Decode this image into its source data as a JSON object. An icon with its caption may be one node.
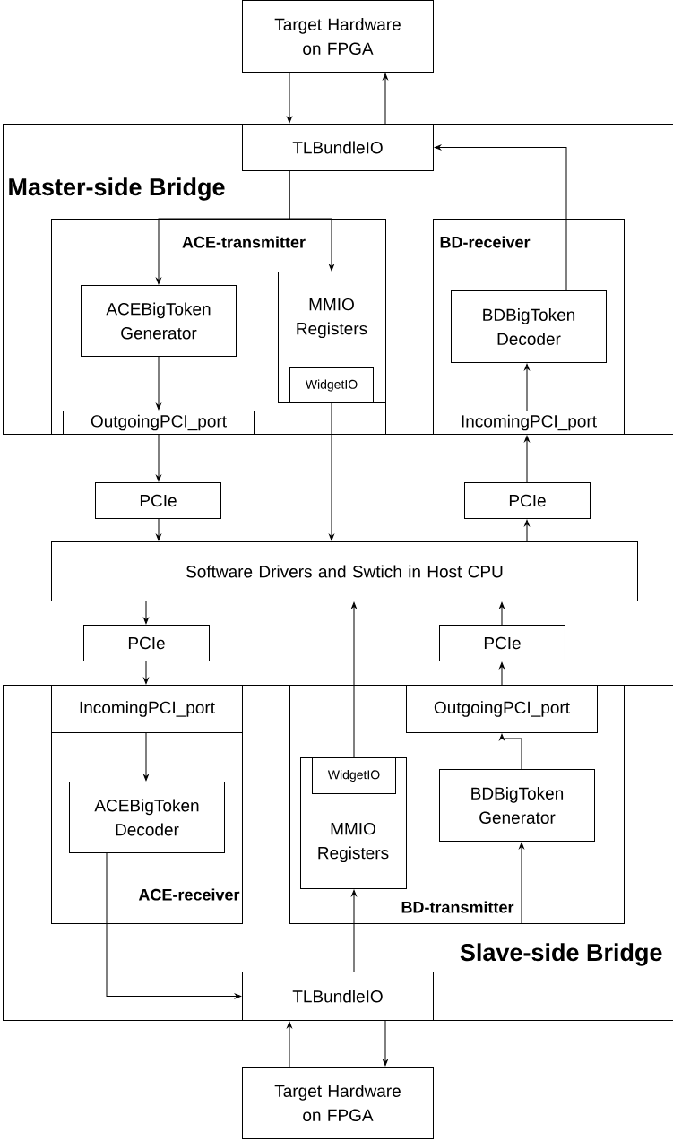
{
  "diagram": {
    "nodes": [
      {
        "text": [
          "Target Hardware on FPGA"
        ]
      },
      {
        "text": [
          "Master-side Bridge"
        ]
      },
      {
        "text": [
          "TLBundleIO"
        ],
        "in": 1
      },
      {
        "text": [
          "ACE-transmitter"
        ],
        "in": 1
      },
      {
        "text": [
          "ACEBigToken Generator"
        ],
        "in": 3
      },
      {
        "text": [
          "MMIO Registers"
        ],
        "in": 3
      },
      {
        "text": [
          "WidgetIO"
        ],
        "in": 5
      },
      {
        "text": [
          "OutgoingPCI_port"
        ],
        "in": 3
      },
      {
        "text": [
          "BD-receiver"
        ],
        "in": 1
      },
      {
        "text": [
          "BDBigToken Decoder"
        ],
        "in": 8
      },
      {
        "text": [
          "IncomingPCI_port"
        ],
        "in": 8
      },
      {
        "text": [
          "PCIe"
        ]
      },
      {
        "text": [
          "PCIe"
        ]
      },
      {
        "text": [
          "Software Drivers and Swtich in Host CPU"
        ]
      },
      {
        "text": [
          "PCIe"
        ]
      },
      {
        "text": [
          "PCIe"
        ]
      },
      {
        "text": [
          "Slave-side Bridge"
        ]
      },
      {
        "text": [
          "ACE-receiver"
        ],
        "in": 16
      },
      {
        "text": [
          "IncomingPCI_port"
        ],
        "in": 17
      },
      {
        "text": [
          "ACEBigToken Decoder"
        ],
        "in": 17
      },
      {
        "text": [
          "BD-transmitter"
        ],
        "in": 16
      },
      {
        "text": [
          "OutgoingPCI_port"
        ],
        "in": 20
      },
      {
        "text": [
          "MMIO Registers"
        ],
        "in": 20
      },
      {
        "text": [
          "WidgetIO"
        ],
        "in": 22
      },
      {
        "text": [
          "BDBigToken Generator"
        ],
        "in": 20
      },
      {
        "text": [
          "TLBundleIO"
        ],
        "in": 16
      },
      {
        "text": [
          "Target Hardware on FPGA"
        ]
      }
    ],
    "edges": [
      {
        "from": 0,
        "to": 2,
        "arrow": "to"
      },
      {
        "from": 2,
        "to": 0,
        "arrow": "to"
      },
      {
        "from": 2,
        "to": 4,
        "arrow": "to"
      },
      {
        "from": 2,
        "to": 5,
        "arrow": "to"
      },
      {
        "from": 9,
        "to": 2,
        "arrow": "to"
      },
      {
        "from": 4,
        "to": 7,
        "arrow": "to"
      },
      {
        "from": 7,
        "to": 11,
        "arrow": "to"
      },
      {
        "from": 11,
        "to": 13,
        "arrow": "to"
      },
      {
        "from": 6,
        "to": 13,
        "arrow": "to"
      },
      {
        "from": 13,
        "to": 12,
        "arrow": "to"
      },
      {
        "from": 12,
        "to": 10,
        "arrow": "to"
      },
      {
        "from": 10,
        "to": 9,
        "arrow": "to"
      },
      {
        "from": 13,
        "to": 14,
        "arrow": "to"
      },
      {
        "from": 14,
        "to": 18,
        "arrow": "to"
      },
      {
        "from": 18,
        "to": 19,
        "arrow": "to"
      },
      {
        "from": 19,
        "to": 25,
        "arrow": "to"
      },
      {
        "from": 25,
        "to": 22,
        "arrow": "to"
      },
      {
        "from": 23,
        "to": 13,
        "arrow": "to"
      },
      {
        "from": 24,
        "to": 21,
        "arrow": "to"
      },
      {
        "from": 21,
        "to": 15,
        "arrow": "to"
      },
      {
        "from": 15,
        "to": 13,
        "arrow": "to"
      },
      {
        "from": null,
        "to": 24,
        "arrow": "to"
      },
      {
        "from": 25,
        "to": 26,
        "arrow": "to"
      },
      {
        "from": 26,
        "to": 25,
        "arrow": "to"
      }
    ]
  }
}
